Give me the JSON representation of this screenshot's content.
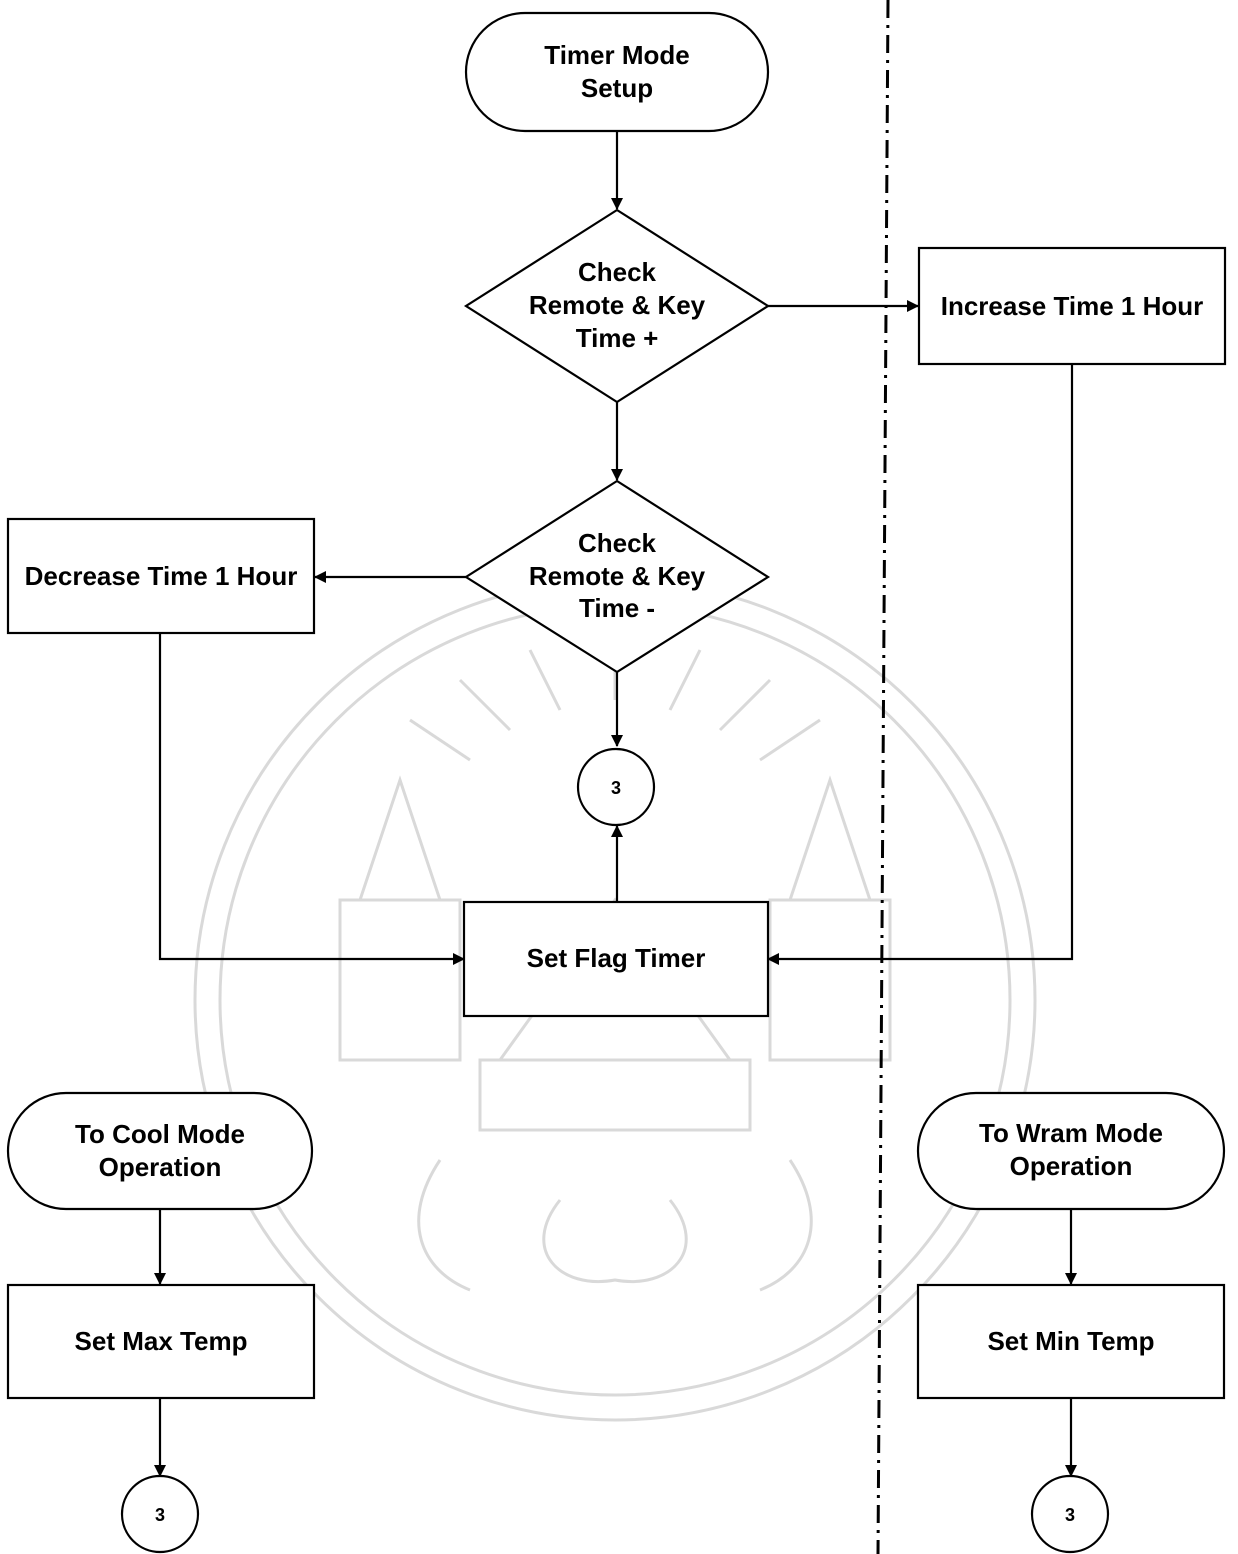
{
  "nodes": {
    "timer_setup": {
      "lines": [
        "Timer Mode",
        "Setup"
      ]
    },
    "check_plus": {
      "lines": [
        "Check",
        "Remote & Key",
        "Time +"
      ]
    },
    "increase": {
      "lines": [
        "Increase Time 1 Hour"
      ]
    },
    "check_minus": {
      "lines": [
        "Check",
        "Remote & Key",
        "Time -"
      ]
    },
    "decrease": {
      "lines": [
        "Decrease Time 1 Hour"
      ]
    },
    "connector_center": {
      "label": "3"
    },
    "set_flag": {
      "lines": [
        "Set Flag Timer"
      ]
    },
    "cool_start": {
      "lines": [
        "To Cool Mode",
        "Operation"
      ]
    },
    "set_max": {
      "lines": [
        "Set Max Temp"
      ]
    },
    "connector_left": {
      "label": "3"
    },
    "warm_start": {
      "lines": [
        "To Wram Mode",
        "Operation"
      ]
    },
    "set_min": {
      "lines": [
        "Set Min Temp"
      ]
    },
    "connector_right": {
      "label": "3"
    }
  }
}
